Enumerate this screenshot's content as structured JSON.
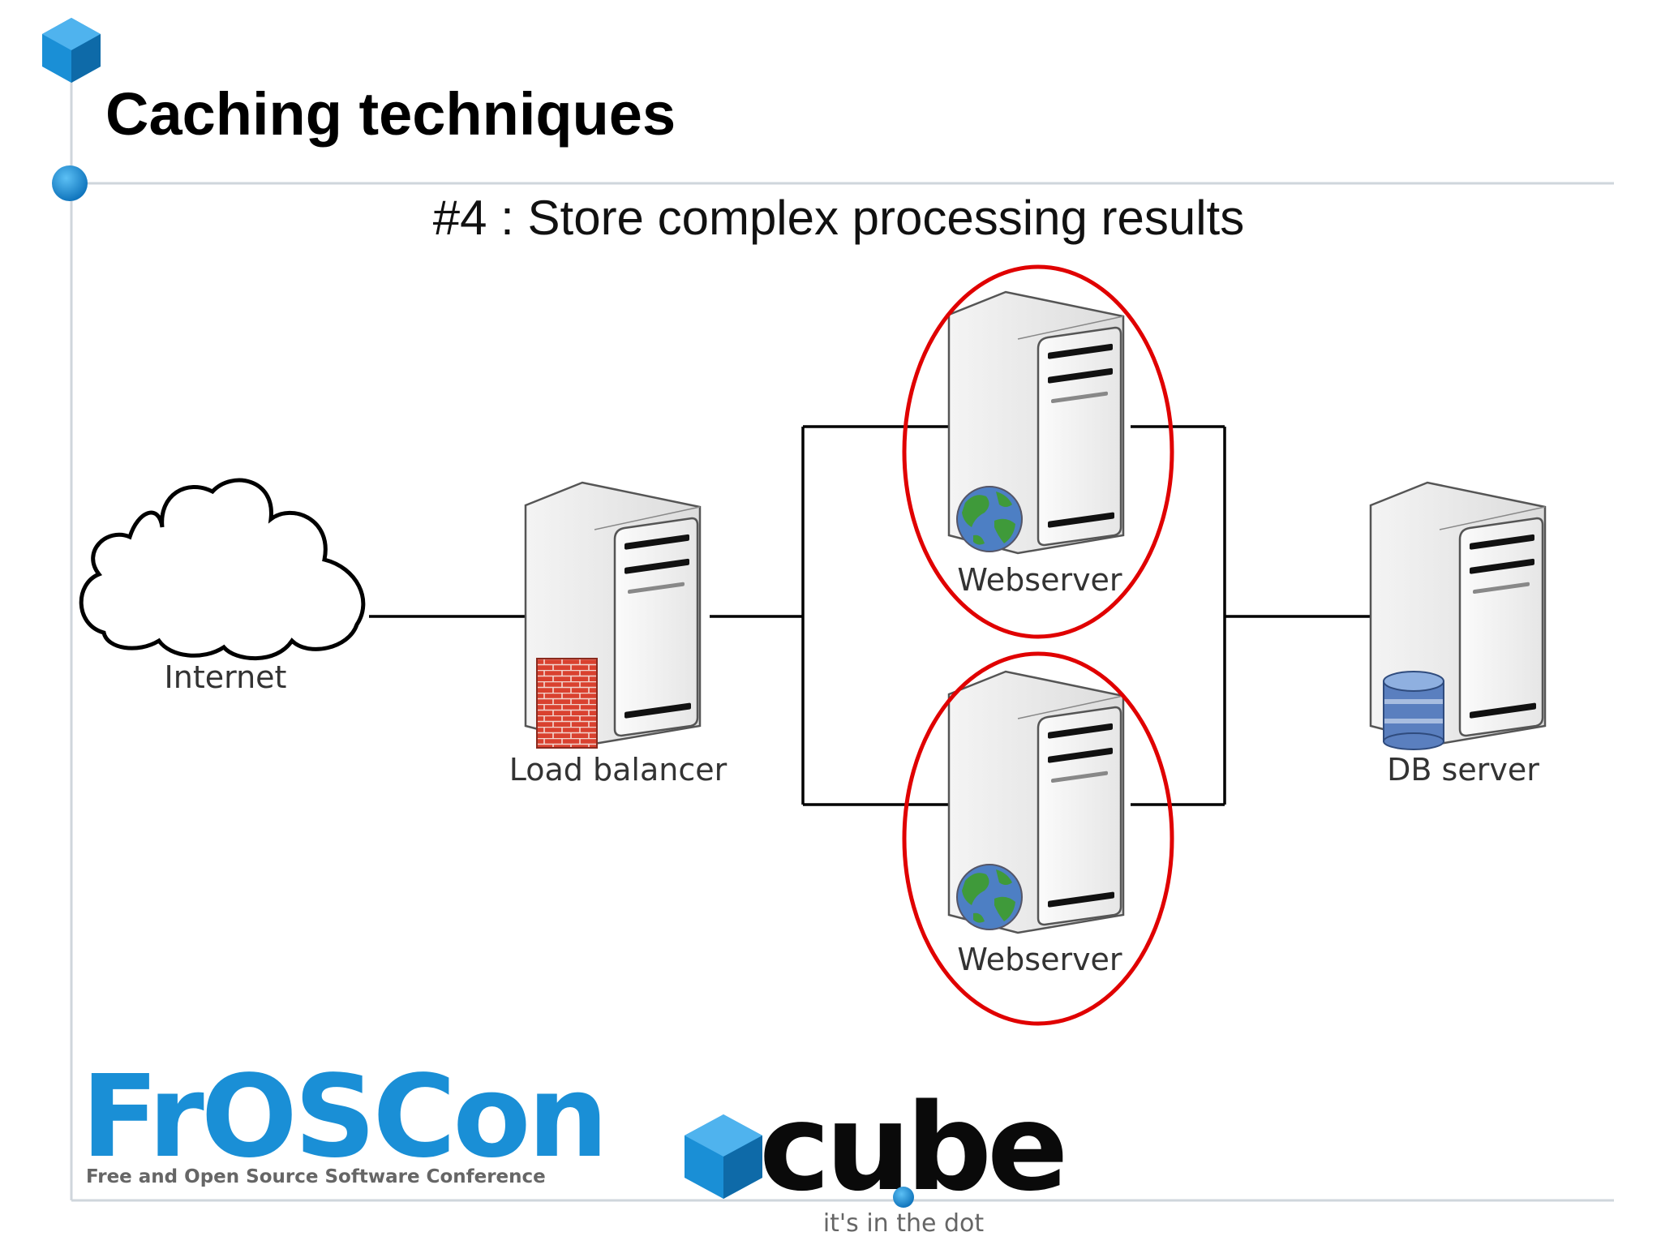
{
  "slide": {
    "title": "Caching techniques",
    "subtitle": "#4 : Store complex processing results"
  },
  "diagram": {
    "nodes": {
      "internet": "Internet",
      "load_balancer": "Load balancer",
      "webserver_top": "Webserver",
      "webserver_bottom": "Webserver",
      "db_server": "DB server"
    },
    "highlighted": [
      "webserver_top",
      "webserver_bottom"
    ],
    "colors": {
      "highlight": "#e00000",
      "accent_blue": "#1a8fd6",
      "globe_water": "#4d7fc4",
      "globe_land": "#3f9a3a",
      "firewall": "#d9412f",
      "database": "#5a7fbf"
    }
  },
  "footer": {
    "froscon_logo": "FrOSCon",
    "froscon_tagline": "Free and Open Source Software Conference",
    "cube_logo": "cube",
    "cube_tagline": "it's in the dot"
  }
}
